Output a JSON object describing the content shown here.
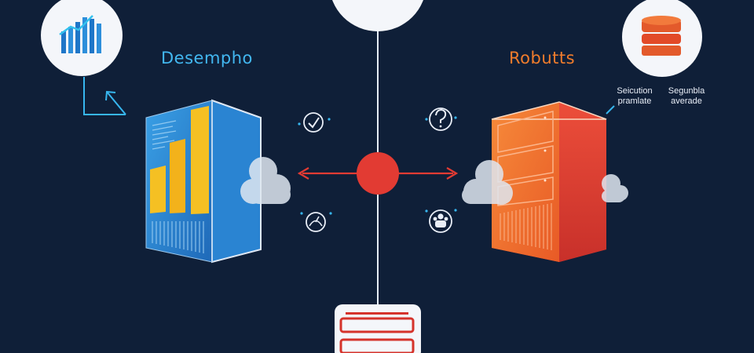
{
  "left_panel": {
    "title": "Desempho",
    "title_color": "#42b7f0",
    "icon": "bar-chart-icon",
    "server_color": "#2f8fd4",
    "bar_color": "#f5c023"
  },
  "right_panel": {
    "title": "Robutts",
    "title_color": "#f07c2c",
    "icon": "database-stack-icon",
    "server_color": "#f26b2b",
    "notes": [
      {
        "line1": "Seicution",
        "line2": "pramlate"
      },
      {
        "line1": "Segunbla",
        "line2": "averade"
      }
    ]
  },
  "center": {
    "hub_color": "#e23b33",
    "arrow_color": "#e23b33",
    "line_color": "#e7edf6"
  },
  "icons_left": [
    "check-icon",
    "gauge-icon"
  ],
  "icons_right": [
    "question-icon",
    "team-icon"
  ],
  "bottom_device": {
    "icon": "server-rack-icon",
    "accent": "#d5332b"
  }
}
